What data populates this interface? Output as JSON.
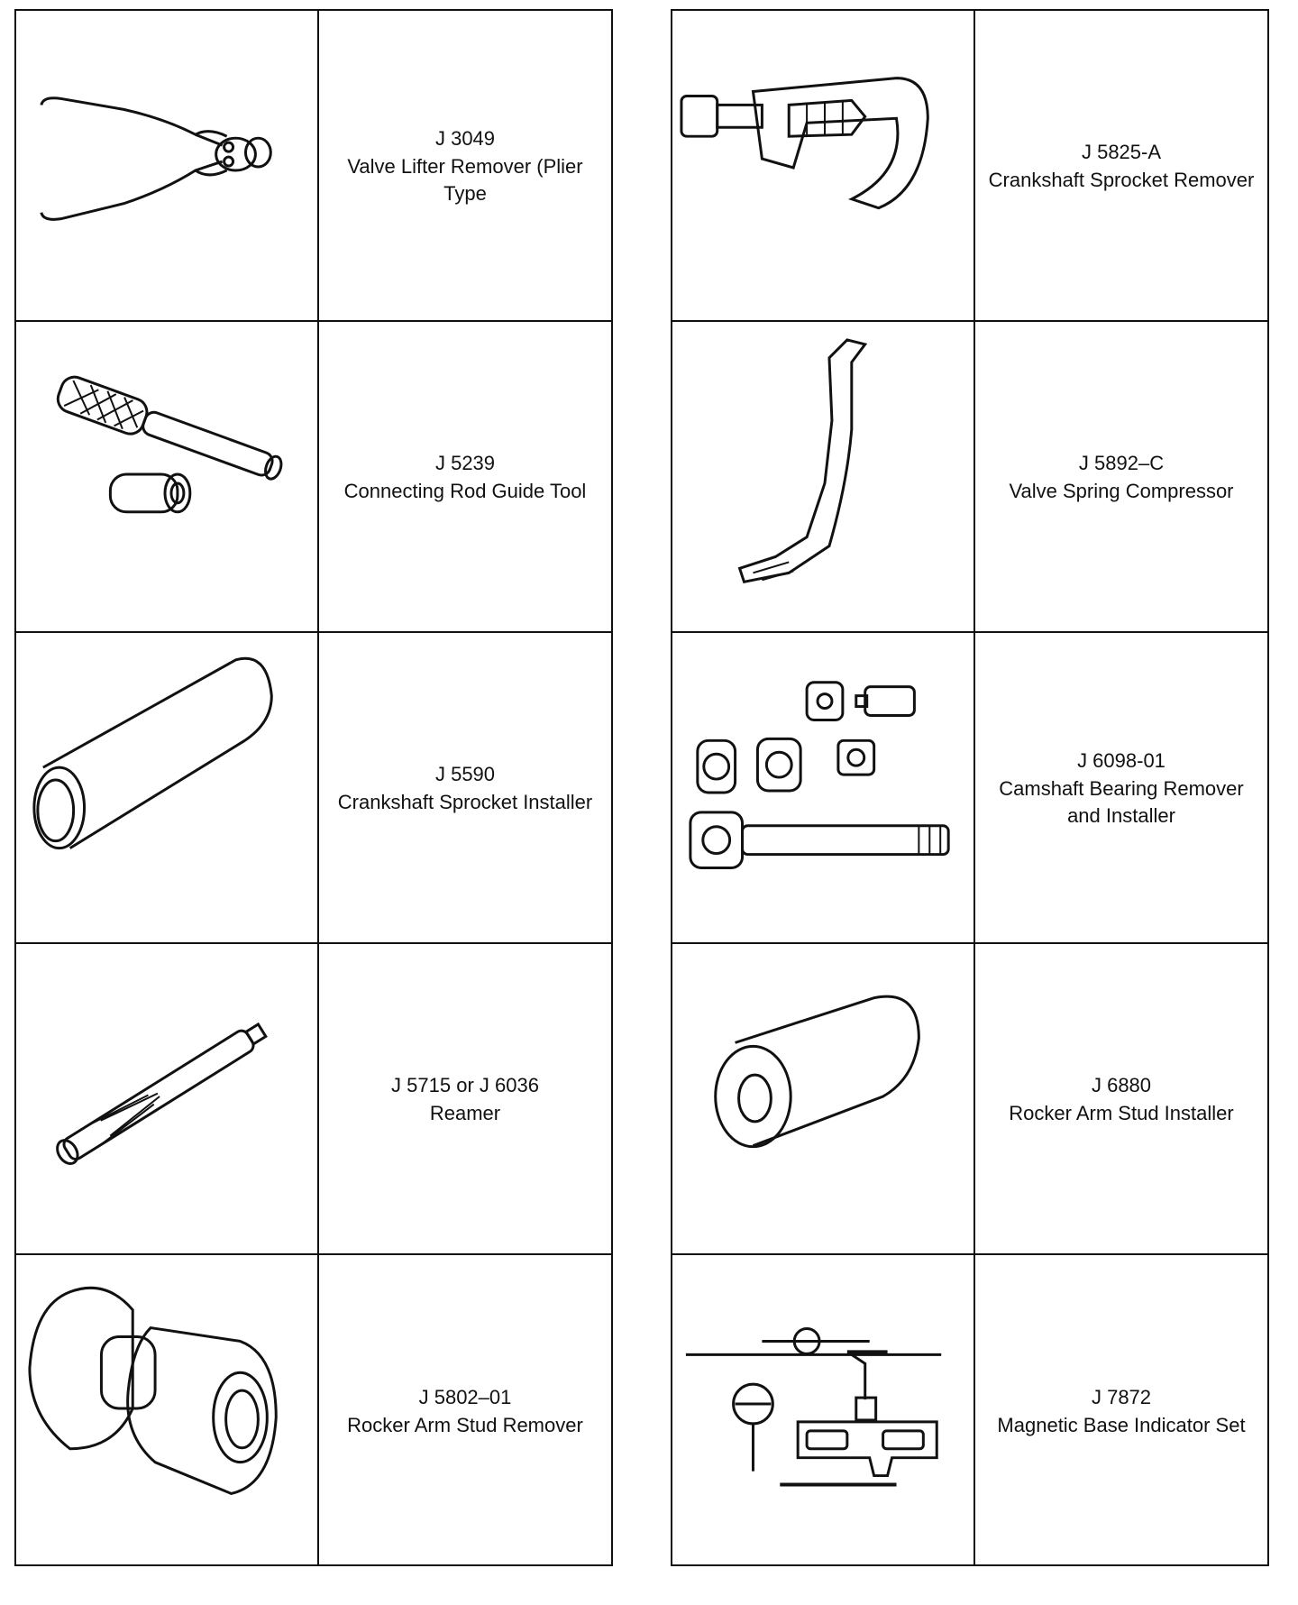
{
  "tools": [
    {
      "code": "J 3049",
      "name": "Valve Lifter Remover (Plier Type",
      "icon": "pliers-icon"
    },
    {
      "code": "J 5239",
      "name": "Connecting Rod Guide Tool",
      "icon": "rod-guide-icon"
    },
    {
      "code": "J 5590",
      "name": "Crankshaft Sprocket Installer",
      "icon": "sprocket-installer-icon"
    },
    {
      "code": "J 5715 or J 6036",
      "name": "Reamer",
      "icon": "reamer-icon"
    },
    {
      "code": "J 5802–01",
      "name": "Rocker Arm Stud Remover",
      "icon": "stud-remover-icon"
    },
    {
      "code": "J 5825-A",
      "name": "Crankshaft Sprocket Remover",
      "icon": "sprocket-remover-icon"
    },
    {
      "code": "J 5892–C",
      "name": "Valve Spring Compressor",
      "icon": "spring-compressor-icon"
    },
    {
      "code": "J 6098-01",
      "name": "Camshaft Bearing Remover and Installer",
      "icon": "bearing-tool-icon"
    },
    {
      "code": "J 6880",
      "name": "Rocker Arm Stud Installer",
      "icon": "stud-installer-icon"
    },
    {
      "code": "J 7872",
      "name": "Magnetic Base Indicator Set",
      "icon": "indicator-set-icon"
    }
  ]
}
